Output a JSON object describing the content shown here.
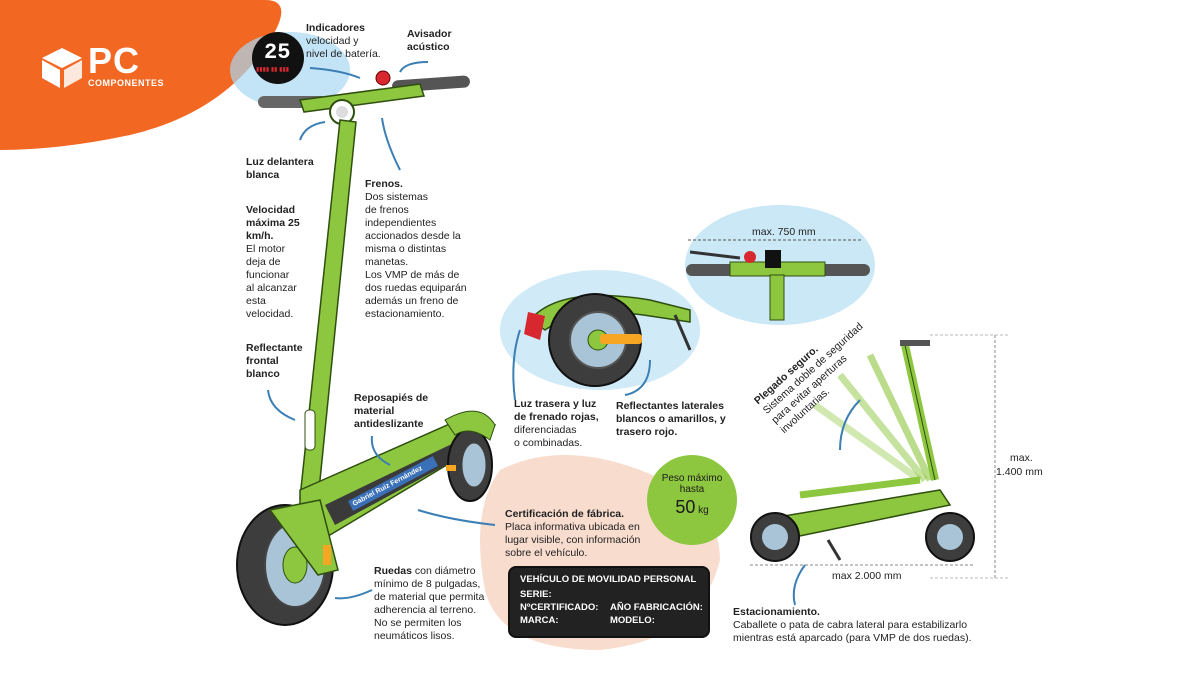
{
  "brand": {
    "name": "PC",
    "subname": "COMPONENTES",
    "color": "#f26722"
  },
  "accent_color": "#8dc63f",
  "display": {
    "speed": "25",
    "battery": "▮▮▮▮ ▮▮ ▮▮▮"
  },
  "deck_sticker": "Gabriel Ruiz Fernández",
  "labels": {
    "indicadores": {
      "title": "Indicadores",
      "lines": [
        "velocidad y",
        "nivel de batería."
      ]
    },
    "avisador": {
      "title": "Avisador",
      "lines": [
        "acústico"
      ]
    },
    "luz_delantera": {
      "title": "Luz delantera",
      "lines": [
        "blanca"
      ]
    },
    "frenos": {
      "title": "Frenos.",
      "lines": [
        "Dos sistemas",
        "de frenos",
        "independientes",
        "accionados desde la",
        "misma o distintas",
        "manetas.",
        "Los VMP de más de",
        "dos ruedas equiparán",
        "además un freno de",
        "estacionamiento."
      ]
    },
    "velocidad": {
      "title": "Velocidad máxima 25 km/h.",
      "lines": [
        "El motor",
        "deja de",
        "funcionar",
        "al alcanzar",
        "esta",
        "velocidad."
      ]
    },
    "reflectante": {
      "title": "Reflectante frontal blanco",
      "lines": []
    },
    "reposapies": {
      "title": "Reposapiés de material antideslizante",
      "lines": []
    },
    "ruedas": {
      "title": "Ruedas",
      "lines": [
        "con diámetro",
        "mínimo de 8 pulgadas,",
        "de material que permita",
        "adherencia al terreno.",
        "No se permiten los",
        "neumáticos lisos."
      ]
    },
    "luz_trasera": {
      "title": "Luz trasera y luz de frenado rojas,",
      "lines": [
        "diferenciadas",
        "o combinadas."
      ]
    },
    "reflectantes_laterales": {
      "title": "Reflectantes laterales blancos o amarillos, y trasero rojo.",
      "lines": []
    },
    "certificacion": {
      "title": "Certificación de fábrica.",
      "lines": [
        "Placa informativa ubicada en",
        "lugar visible, con información",
        "sobre el vehículo."
      ]
    },
    "plegado": {
      "title": "Plegado seguro.",
      "lines": [
        "Sistema doble de seguridad",
        "para evitar aperturas",
        "involuntarias."
      ]
    },
    "estacionamiento": {
      "title": "Estacionamiento.",
      "lines": [
        "Caballete o pata de cabra lateral para estabilizarlo",
        "mientras está aparcado (para VMP de dos ruedas)."
      ]
    }
  },
  "peso": {
    "line1": "Peso máximo",
    "line2": "hasta",
    "value": "50",
    "unit": "kg"
  },
  "plate": {
    "title": "VEHÍCULO DE MOVILIDAD PERSONAL",
    "serie": "SERIE:",
    "certificado": "NºCERTIFICADO:",
    "ano": "AÑO FABRICACIÓN:",
    "marca": "MARCA:",
    "modelo": "MODELO:"
  },
  "dimensions": {
    "width_handlebar": "max. 750 mm",
    "height": "max.",
    "height_value": "1.400 mm",
    "length": "max 2.000 mm"
  }
}
